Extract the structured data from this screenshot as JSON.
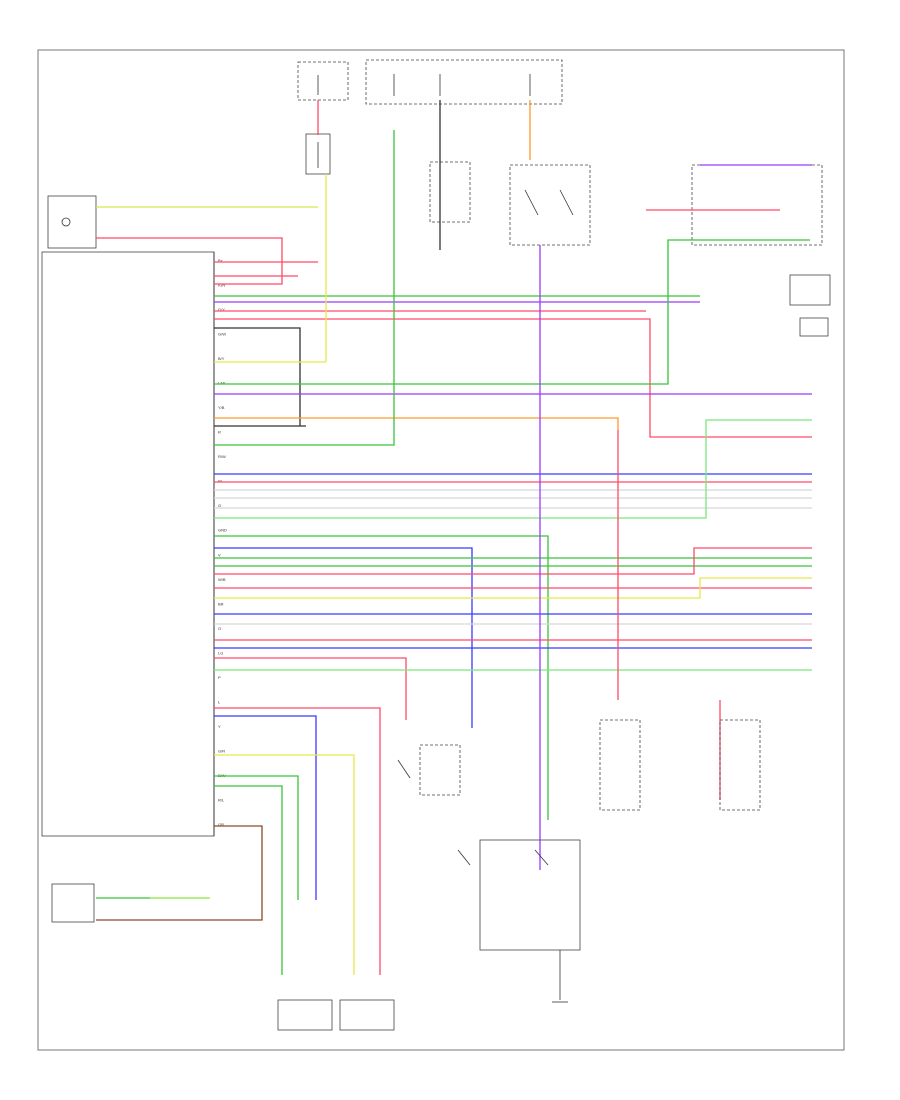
{
  "diagram": {
    "module_pins": [
      "B+",
      "IGN",
      "G/Y",
      "G/W",
      "B/Y",
      "L/W",
      "Y/B",
      "R",
      "R/W",
      "W",
      "G",
      "GND",
      "V",
      "W/B",
      "BR",
      "O",
      "LG",
      "P",
      "L",
      "Y",
      "G/R",
      "B/W",
      "R/L",
      "GR"
    ],
    "labels": {
      "left_fuse_block": "",
      "central_fuse_block": "",
      "right_fuse_block": "",
      "seat_sensor_left": "",
      "module_name": "",
      "front_switch": "",
      "lower_connector_left": "",
      "lower_connector_right": "",
      "right_heater_left": "",
      "right_heater_right": "",
      "ground_connector": "",
      "rear_switch_right": ""
    },
    "footer": ""
  }
}
